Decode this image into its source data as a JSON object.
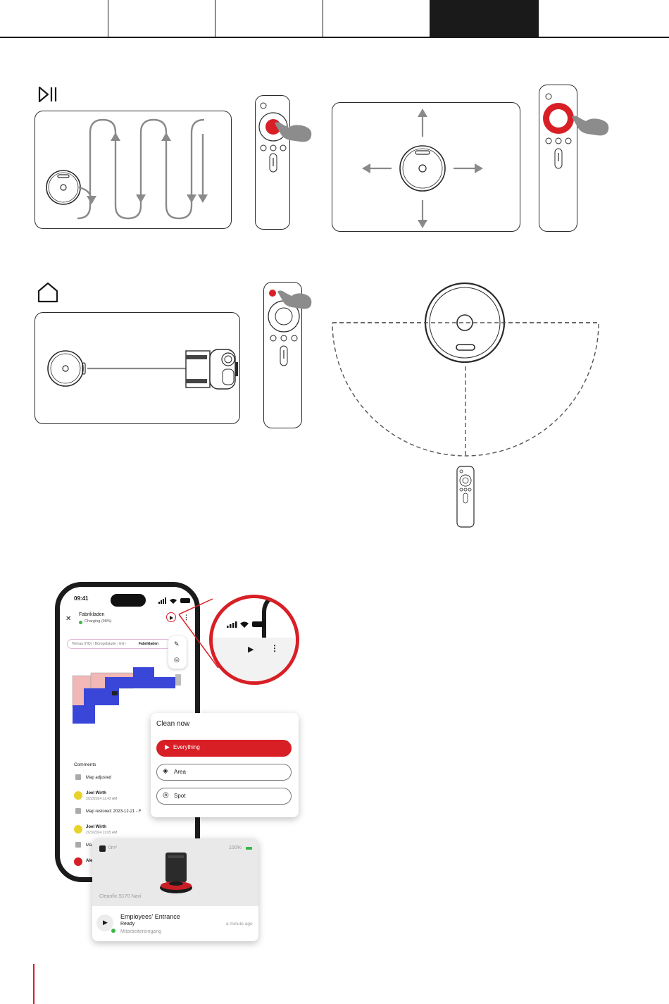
{
  "colors": {
    "accent": "#d81f26",
    "dark": "#1a1a1a",
    "status_green": "#3cb44b"
  },
  "tabs": {
    "count": 6,
    "active_index": 4
  },
  "icons": {
    "play_pause": "play-pause-icon",
    "home": "home-icon"
  },
  "phone": {
    "time": "09:41",
    "title": "Fabrikladen",
    "status": "Charging (98%)",
    "breadcrumb_prefix": "Hemau (HQ) › Bürogebäude › EG ›",
    "breadcrumb_current": "Fabrikladen",
    "comments_heading": "Comments",
    "comments": [
      {
        "text": "Map adjusted"
      },
      {
        "author": "Joel Wirth",
        "time": "2/22/2024 11:42 AM"
      },
      {
        "text": "Map restored: 2023-12-21 - F"
      },
      {
        "author": "Joel Wirth",
        "time": "2/23/2024 11:05 AM"
      },
      {
        "text": "Ma"
      },
      {
        "author": "Ale"
      }
    ]
  },
  "clean_now": {
    "title": "Clean now",
    "options": [
      "Everything",
      "Area",
      "Spot"
    ]
  },
  "robot_card": {
    "area": "0m²",
    "battery": "100%",
    "model": "Cleanfix S170 Navi",
    "task": "Employees' Entrance",
    "state": "Ready",
    "location": "Mitarbeitereingang",
    "when": "a minute ago"
  }
}
